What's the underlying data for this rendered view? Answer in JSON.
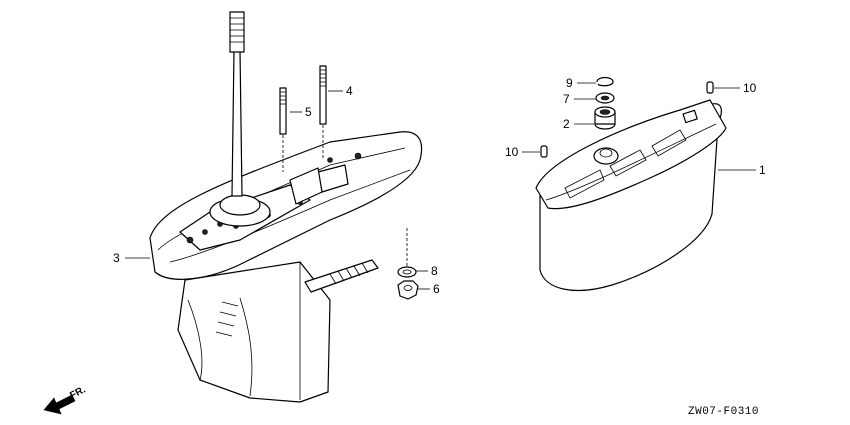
{
  "parts": [
    {
      "id": "p1",
      "number": "1"
    },
    {
      "id": "p2",
      "number": "2"
    },
    {
      "id": "p3",
      "number": "3"
    },
    {
      "id": "p4",
      "number": "4"
    },
    {
      "id": "p5",
      "number": "5"
    },
    {
      "id": "p6",
      "number": "6"
    },
    {
      "id": "p7",
      "number": "7"
    },
    {
      "id": "p8",
      "number": "8"
    },
    {
      "id": "p9",
      "number": "9"
    },
    {
      "id": "p10a",
      "number": "10"
    },
    {
      "id": "p10b",
      "number": "10"
    }
  ],
  "front_indicator": "FR.",
  "diagram_code": "ZW07-F0310"
}
